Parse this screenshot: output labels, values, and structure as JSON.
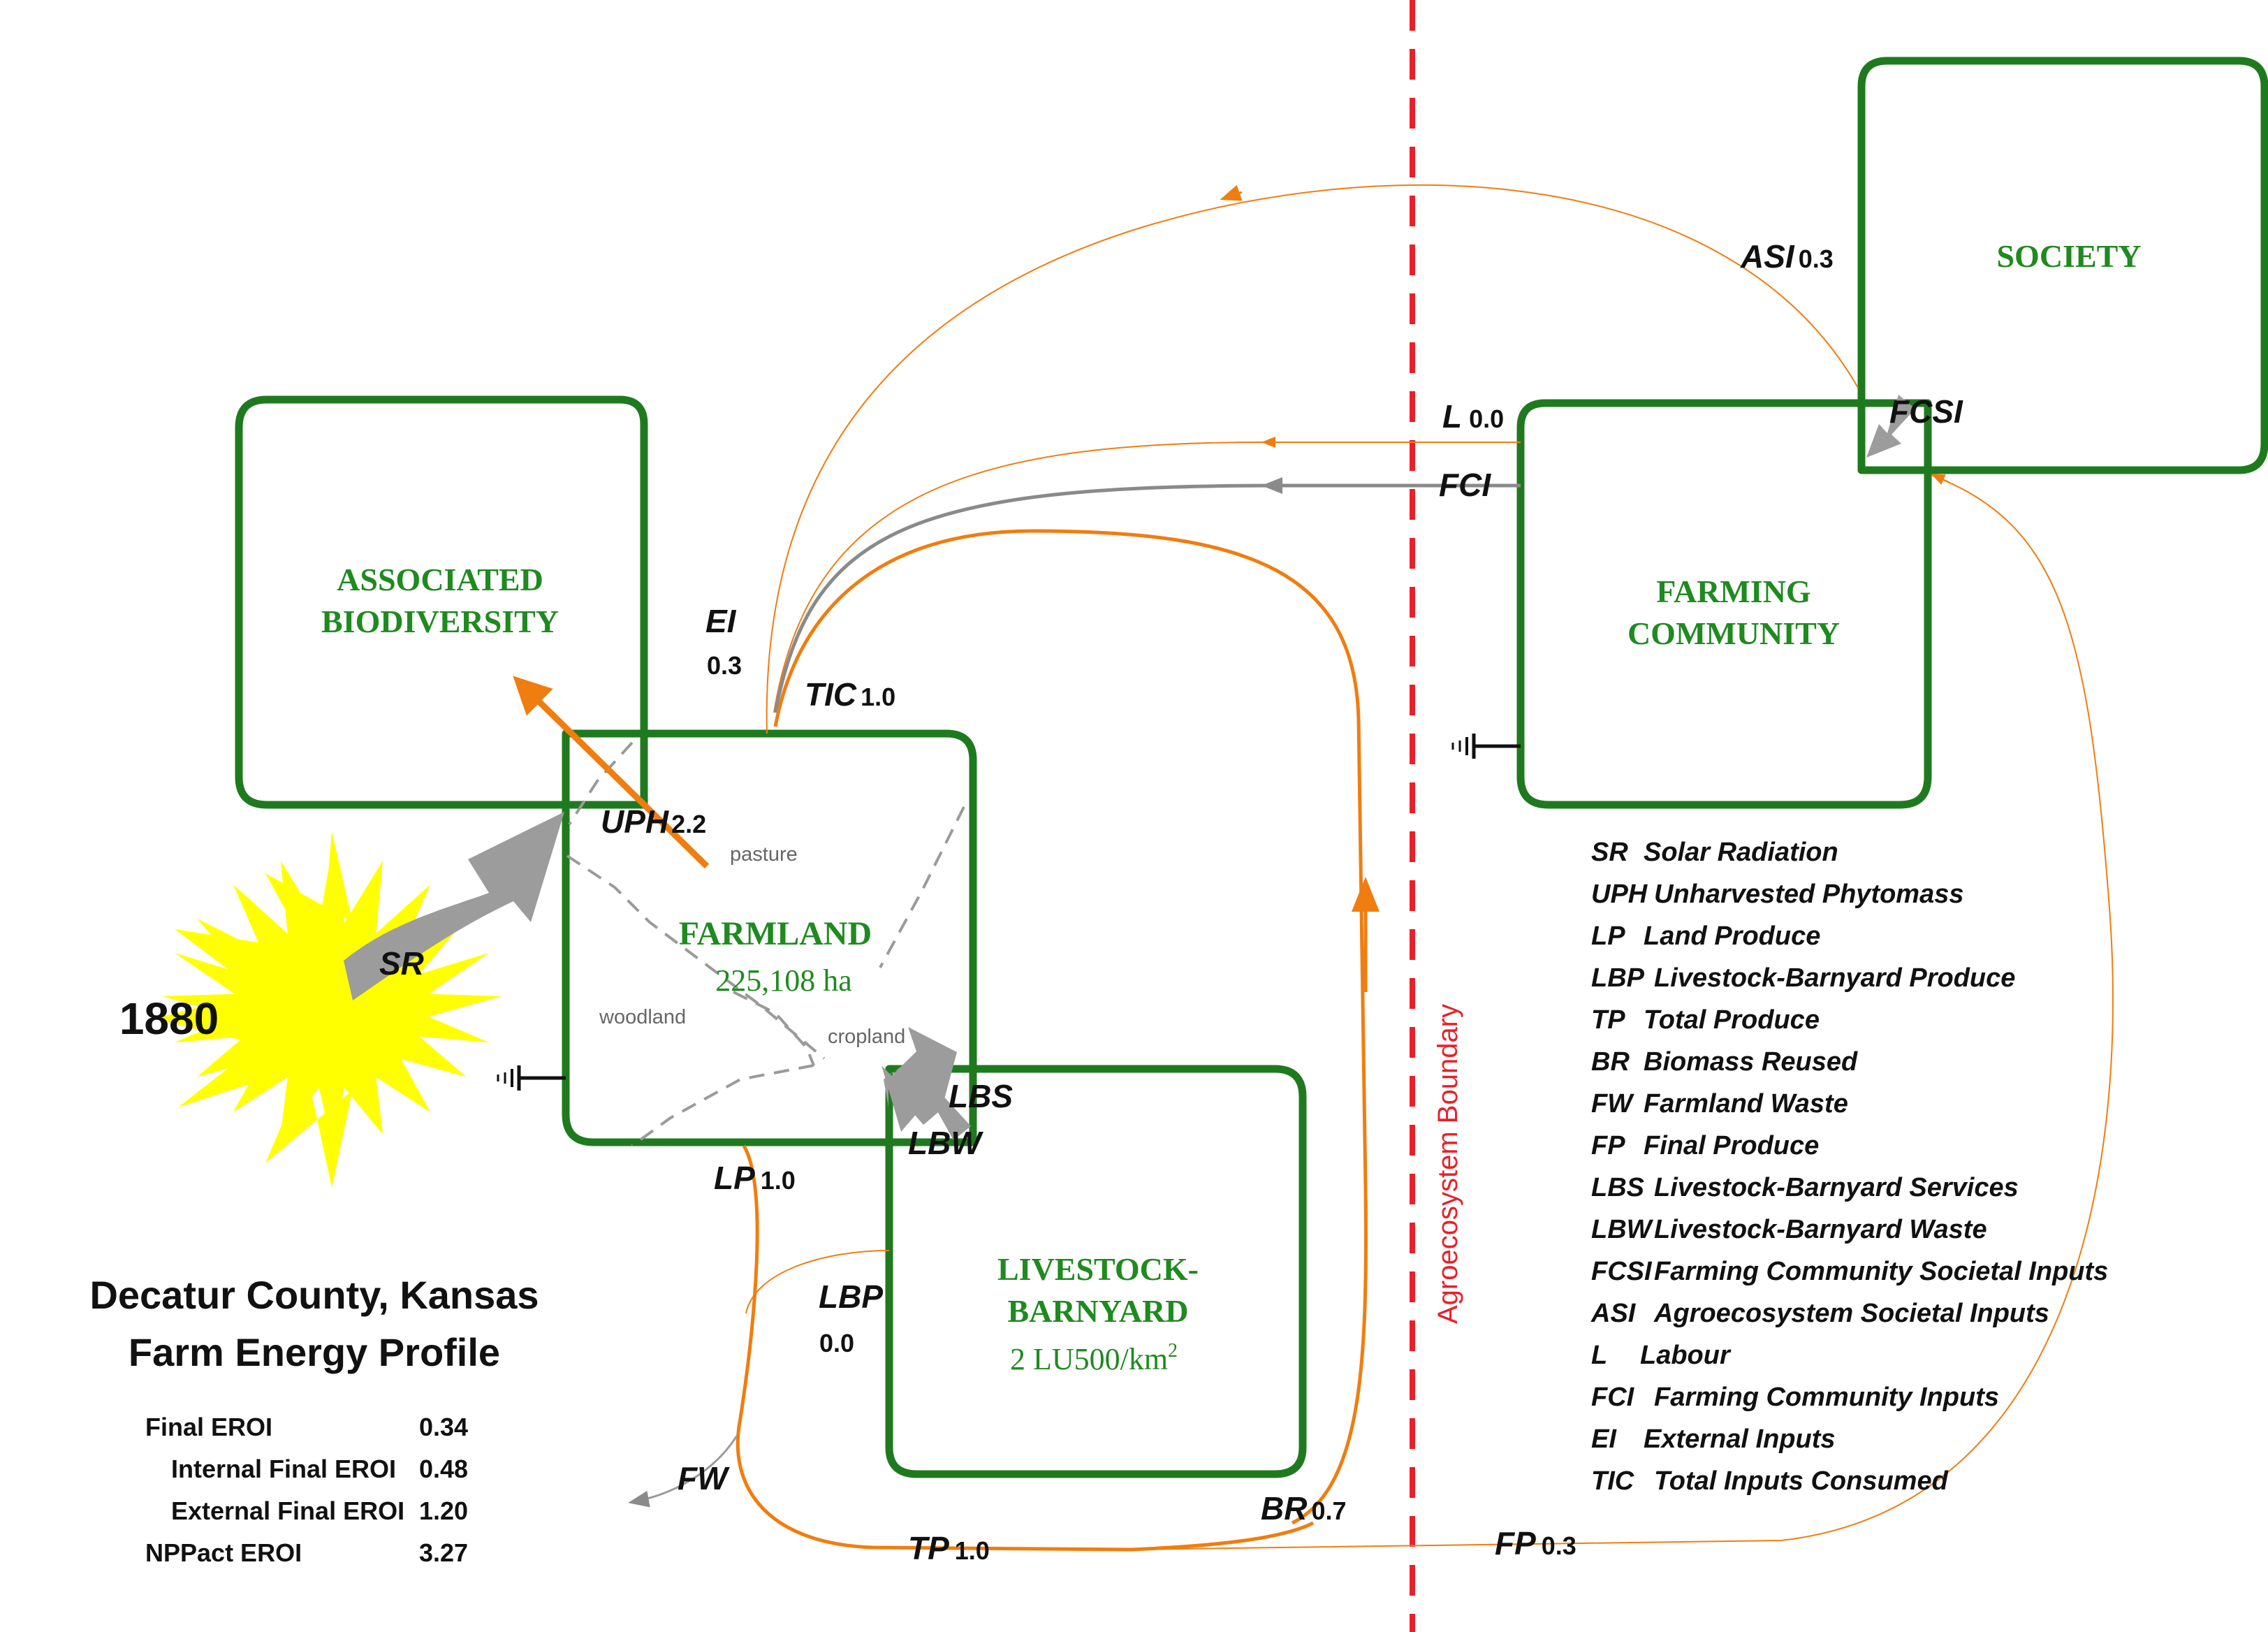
{
  "year": "1880",
  "boxes": {
    "biodiversity": [
      "ASSOCIATED",
      "BIODIVERSITY"
    ],
    "farmland": {
      "title": "FARMLAND",
      "sub": "225,108 ha"
    },
    "livestock": {
      "title": [
        "LIVESTOCK-",
        "BARNYARD"
      ],
      "sub": "2 LU500/km",
      "sub_sup": "2"
    },
    "farming_community": [
      "FARMING",
      "COMMUNITY"
    ],
    "society": "SOCIETY"
  },
  "land_uses": {
    "pasture": "pasture",
    "woodland": "woodland",
    "cropland": "cropland"
  },
  "flows": {
    "SR": {
      "label": "SR",
      "value": ""
    },
    "UPH": {
      "label": "UPH",
      "value": "2.2"
    },
    "EI": {
      "label": "EI",
      "value": "0.3"
    },
    "TIC": {
      "label": "TIC",
      "value": "1.0"
    },
    "ASI": {
      "label": "ASI",
      "value": "0.3"
    },
    "L": {
      "label": "L",
      "value": "0.0"
    },
    "FCI": {
      "label": "FCI",
      "value": ""
    },
    "FCSI": {
      "label": "FCSI",
      "value": ""
    },
    "LBS": {
      "label": "LBS",
      "value": ""
    },
    "LBW": {
      "label": "LBW",
      "value": ""
    },
    "LP": {
      "label": "LP",
      "value": "1.0"
    },
    "LBP": {
      "label": "LBP",
      "value": "0.0"
    },
    "FW": {
      "label": "FW",
      "value": ""
    },
    "TP": {
      "label": "TP",
      "value": "1.0"
    },
    "BR": {
      "label": "BR",
      "value": "0.7"
    },
    "FP": {
      "label": "FP",
      "value": "0.3"
    }
  },
  "boundary_label": "Agroecosystem Boundary",
  "legend": [
    {
      "abbr": "SR",
      "text": "Solar Radiation"
    },
    {
      "abbr": "UPH",
      "text": "Unharvested Phytomass"
    },
    {
      "abbr": "LP",
      "text": "Land Produce"
    },
    {
      "abbr": "LBP",
      "text": "Livestock-Barnyard Produce"
    },
    {
      "abbr": "TP",
      "text": "Total Produce"
    },
    {
      "abbr": "BR",
      "text": "Biomass Reused"
    },
    {
      "abbr": "FW",
      "text": "Farmland  Waste"
    },
    {
      "abbr": "FP",
      "text": "Final Produce"
    },
    {
      "abbr": "LBS",
      "text": "Livestock-Barnyard Services"
    },
    {
      "abbr": "LBW",
      "text": "Livestock-Barnyard Waste"
    },
    {
      "abbr": "FCSI",
      "text": "Farming Community Societal Inputs"
    },
    {
      "abbr": "ASI",
      "text": "Agroecosystem Societal Inputs"
    },
    {
      "abbr": "L",
      "text": "Labour"
    },
    {
      "abbr": "FCI",
      "text": "Farming Community Inputs"
    },
    {
      "abbr": "EI",
      "text": "External Inputs"
    },
    {
      "abbr": "TIC",
      "text": "Total Inputs Consumed"
    }
  ],
  "profile": {
    "title_line1": "Decatur County, Kansas",
    "title_line2": "Farm Energy Profile",
    "metrics": [
      {
        "label": "Final EROI",
        "value": "0.34",
        "indent": false
      },
      {
        "label": "Internal Final EROI",
        "value": "0.48",
        "indent": true
      },
      {
        "label": "External Final EROI",
        "value": "1.20",
        "indent": true
      },
      {
        "label": "NPPact EROI",
        "value": "3.27",
        "indent": false
      }
    ]
  },
  "colors": {
    "box_border": "#1f7a1f",
    "box_text": "#1f8a1f",
    "orange_flow": "#f07d10",
    "grey_flow": "#9a9a9a",
    "boundary": "#e8202a",
    "sun": "#ffff00"
  },
  "icons": [
    "sun-icon",
    "ground-sink-icon"
  ]
}
